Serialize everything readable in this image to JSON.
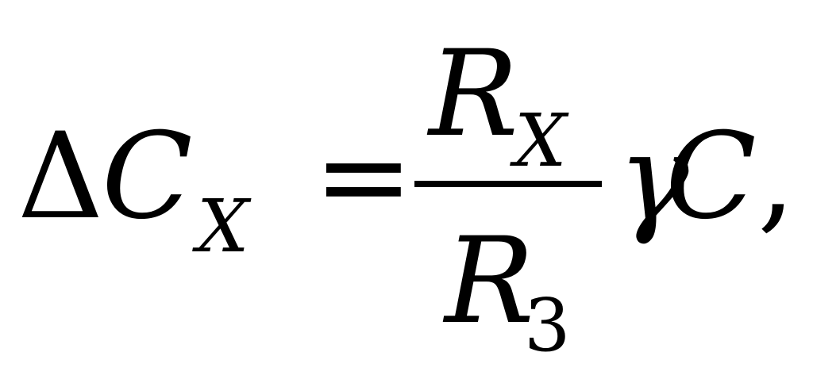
{
  "formula": {
    "delta": "Δ",
    "c_left": "C",
    "x_subscript": "X",
    "equals": "=",
    "numerator_r": "R",
    "numerator_subscript": "X",
    "denominator_r": "R",
    "denominator_subscript": "3",
    "gamma": "γ",
    "c_right": "C",
    "comma": ","
  }
}
